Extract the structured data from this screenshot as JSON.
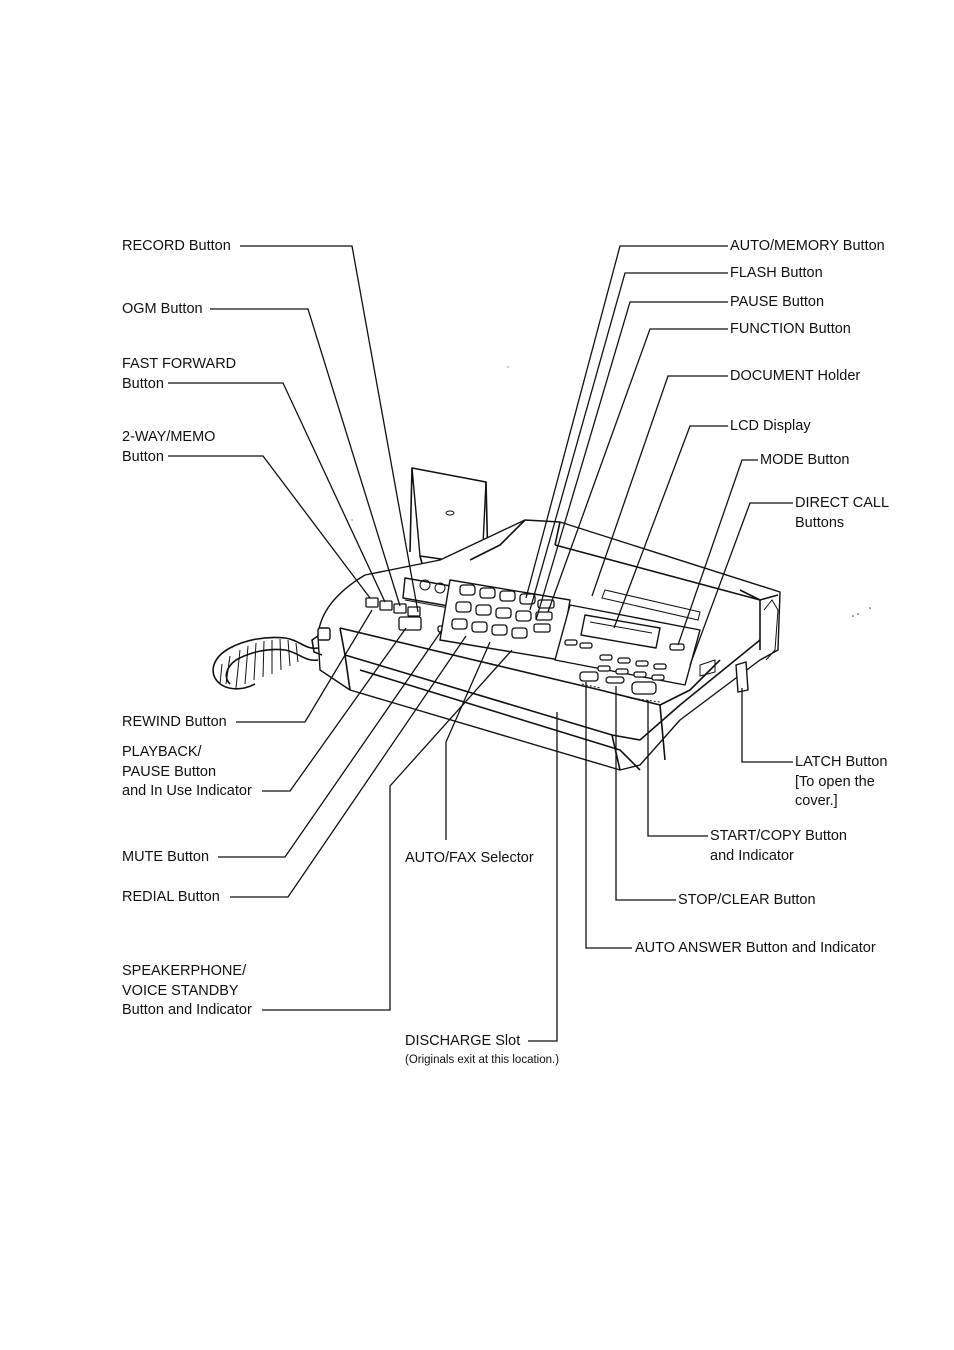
{
  "labels": {
    "record": "RECORD Button",
    "ogm": "OGM Button",
    "fast_forward": [
      "FAST FORWARD",
      "Button"
    ],
    "two_way_memo": [
      "2-WAY/MEMO",
      "Button"
    ],
    "rewind": "REWIND Button",
    "playback_pause": [
      "PLAYBACK/",
      "PAUSE Button",
      "and In Use Indicator"
    ],
    "mute": "MUTE Button",
    "redial": "REDIAL Button",
    "speakerphone": [
      "SPEAKERPHONE/",
      "VOICE STANDBY",
      "Button and Indicator"
    ],
    "auto_fax": "AUTO/FAX Selector",
    "discharge": "DISCHARGE Slot",
    "discharge_note": "(Originals exit at this location.)",
    "auto_memory": "AUTO/MEMORY Button",
    "flash": "FLASH Button",
    "pause": "PAUSE Button",
    "function": "FUNCTION Button",
    "document_holder": "DOCUMENT Holder",
    "lcd_display": "LCD Display",
    "mode": "MODE Button",
    "direct_call": [
      "DIRECT CALL",
      "Buttons"
    ],
    "latch": [
      "LATCH Button",
      "[To open the",
      "cover.]"
    ],
    "start_copy": [
      "START/COPY Button",
      "and Indicator"
    ],
    "stop_clear": "STOP/CLEAR Button",
    "auto_answer": "AUTO ANSWER Button and Indicator"
  }
}
